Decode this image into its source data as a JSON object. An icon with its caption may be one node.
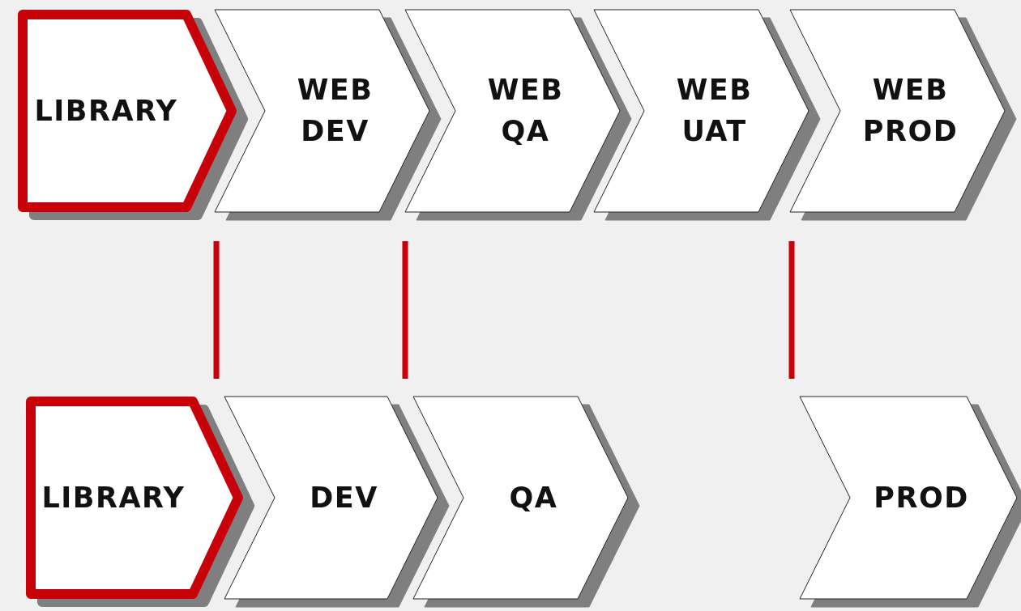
{
  "diagram": {
    "nodes": [
      {
        "text": [
          "LIBRARY"
        ]
      },
      {
        "text": [
          "WEB DEV"
        ]
      },
      {
        "text": [
          "WEB QA"
        ]
      },
      {
        "text": [
          "WEB UAT"
        ]
      },
      {
        "text": [
          "WEB PROD"
        ]
      },
      {
        "text": [
          "LIBRARY"
        ]
      },
      {
        "text": [
          "DEV"
        ]
      },
      {
        "text": [
          "QA"
        ]
      },
      {
        "text": [
          "PROD"
        ]
      }
    ],
    "edges": [
      {
        "from": 1,
        "to": 6,
        "arrow": "none"
      },
      {
        "from": 2,
        "to": 7,
        "arrow": "none"
      },
      {
        "from": 4,
        "to": 8,
        "arrow": "none"
      }
    ]
  }
}
